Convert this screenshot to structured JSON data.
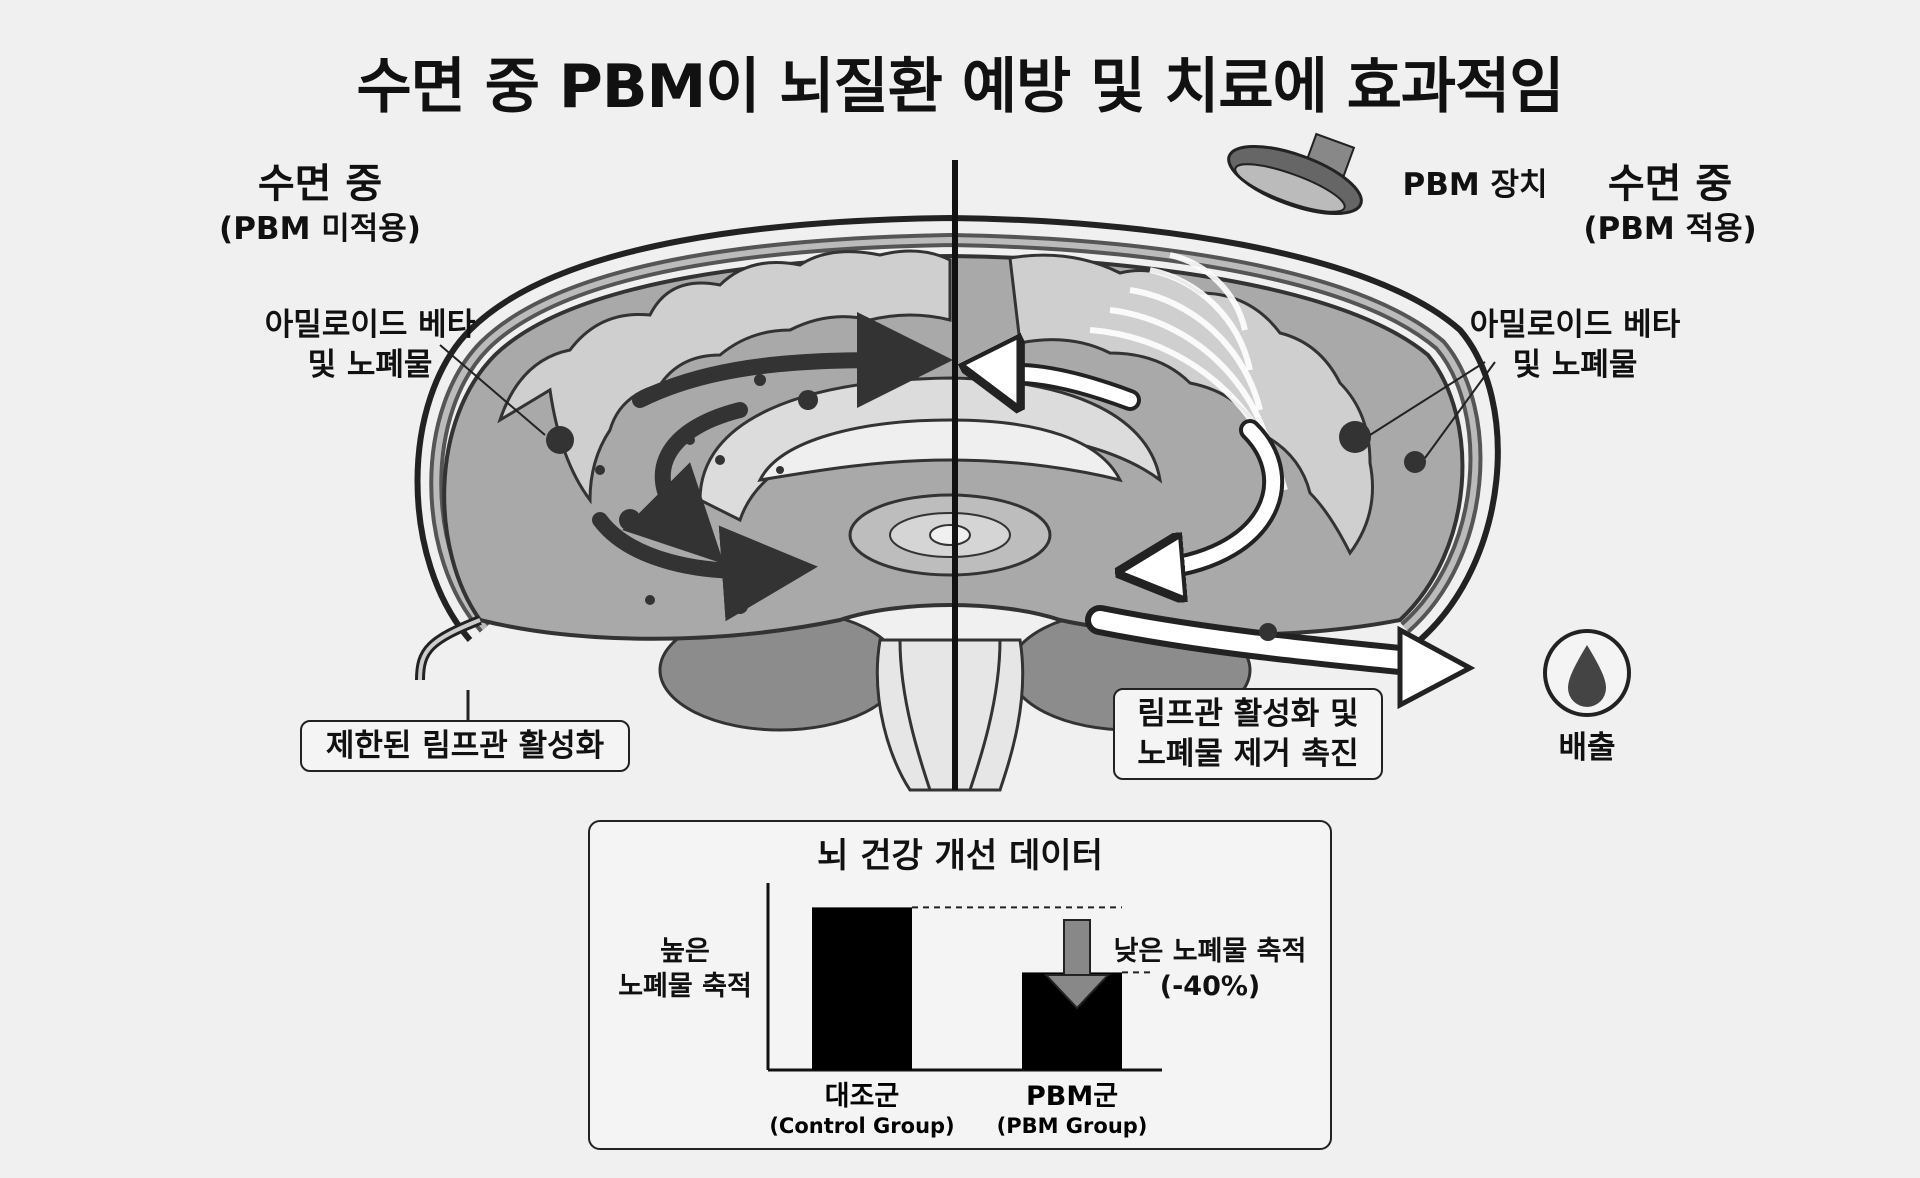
{
  "title": "수면 중 PBM이 뇌질환 예방 및 치료에 효과적임",
  "left": {
    "heading": "수면 중",
    "subheading": "(PBM 미적용)",
    "callout_line1": "아밀로이드 베타",
    "callout_line2": "및 노폐물",
    "box_label": "제한된 림프관 활성화"
  },
  "right": {
    "device_label": "PBM 장치",
    "heading": "수면 중",
    "subheading": "(PBM 적용)",
    "callout_line1": "아밀로이드 베타",
    "callout_line2": "및 노폐물",
    "box_line1": "림프관 활성화 및",
    "box_line2": "노폐물 제거 촉진",
    "drain_label": "배출"
  },
  "panel": {
    "title": "뇌 건강 개선 데이터",
    "high_line1": "높은",
    "high_line2": "노폐물 축적",
    "low_line1": "낮은 노폐물 축적",
    "low_line2": "(-40%)"
  },
  "chart_data": {
    "type": "bar",
    "categories": [
      "대조군",
      "PBM군"
    ],
    "category_sublabels": [
      "(Control Group)",
      "(PBM Group)"
    ],
    "values": [
      100,
      60
    ],
    "title": "뇌 건강 개선 데이터",
    "xlabel": "",
    "ylabel": "",
    "ylim": [
      0,
      115
    ]
  }
}
